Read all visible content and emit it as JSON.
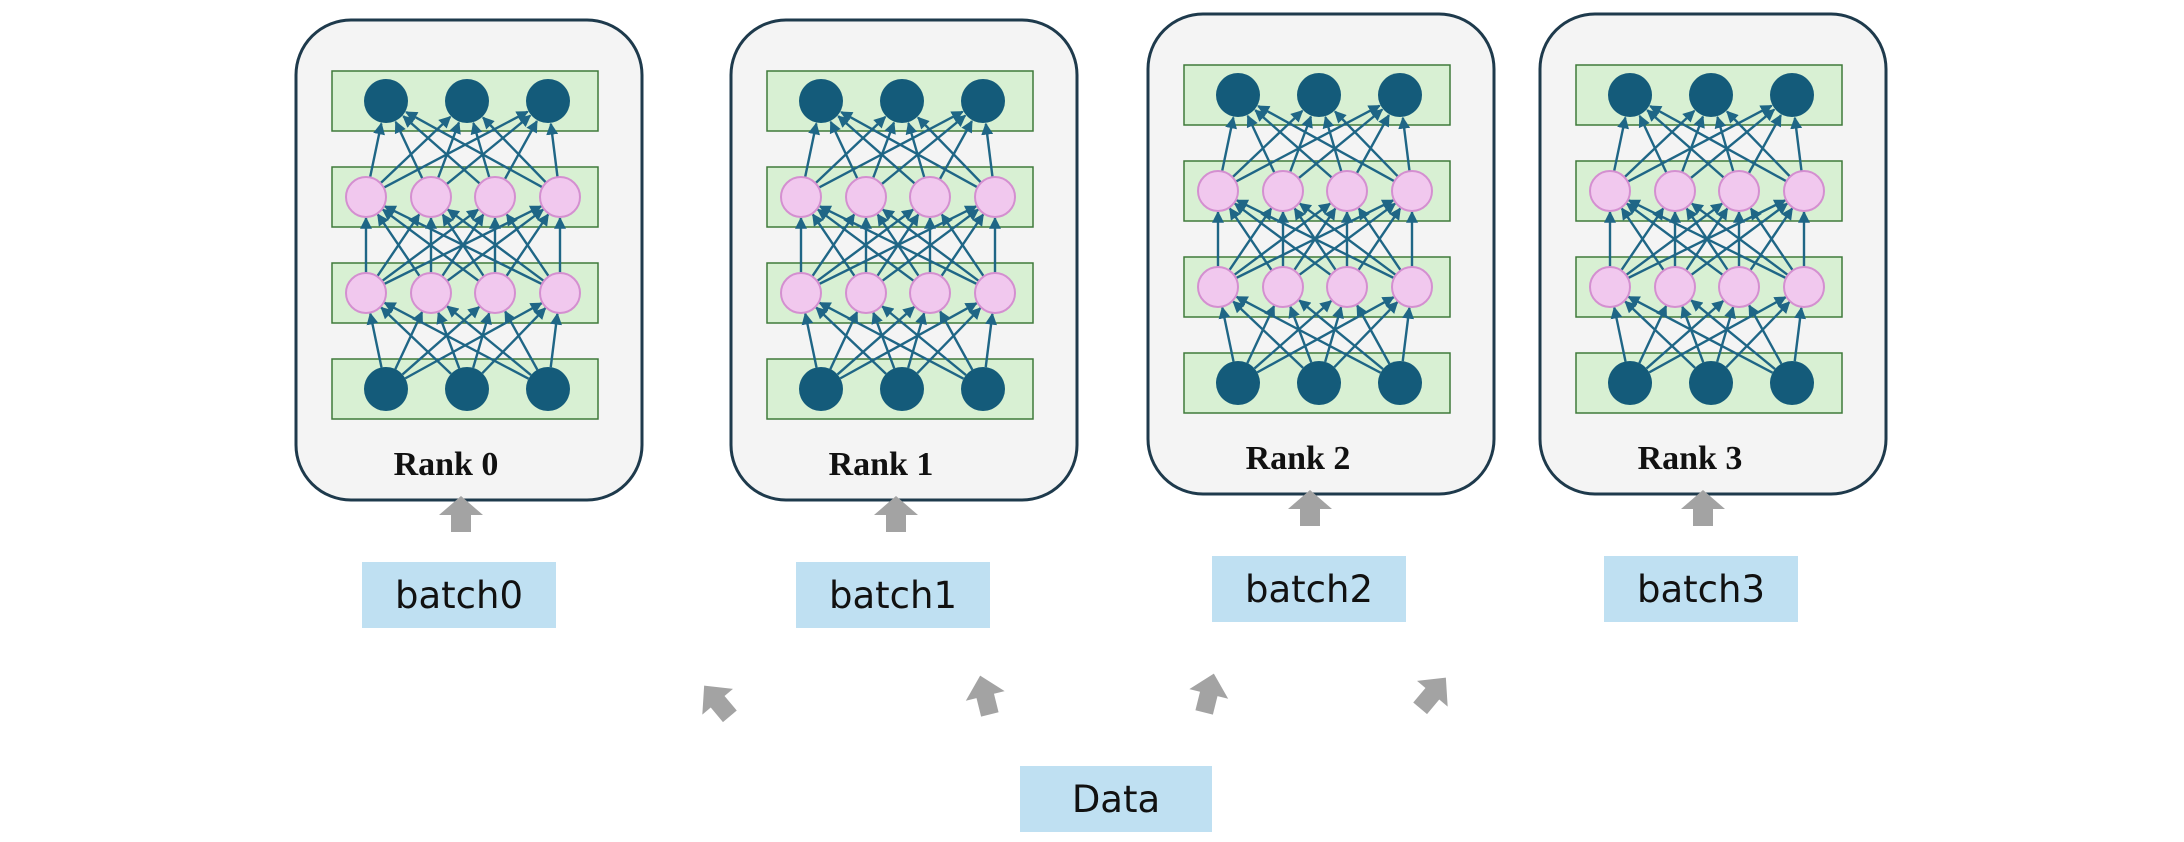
{
  "diagram": {
    "ranks": [
      {
        "label": "Rank 0",
        "batch": "batch0"
      },
      {
        "label": "Rank 1",
        "batch": "batch1"
      },
      {
        "label": "Rank 2",
        "batch": "batch2"
      },
      {
        "label": "Rank 3",
        "batch": "batch3"
      }
    ],
    "data_label": "Data",
    "network": {
      "layer_node_counts": [
        3,
        4,
        4,
        3
      ],
      "layer_types": [
        "io",
        "hidden",
        "hidden",
        "io"
      ]
    },
    "colors": {
      "card_fill": "#f4f4f4",
      "card_stroke": "#1e3a4c",
      "layer_fill": "#d8f0d3",
      "layer_stroke": "#3f7a3a",
      "io_node": "#145b7a",
      "hidden_node_fill": "#f1c8ee",
      "hidden_node_stroke": "#d48fd0",
      "edge": "#1f6686",
      "label_box": "#bfe0f2",
      "arrow": "#a3a3a3"
    }
  }
}
